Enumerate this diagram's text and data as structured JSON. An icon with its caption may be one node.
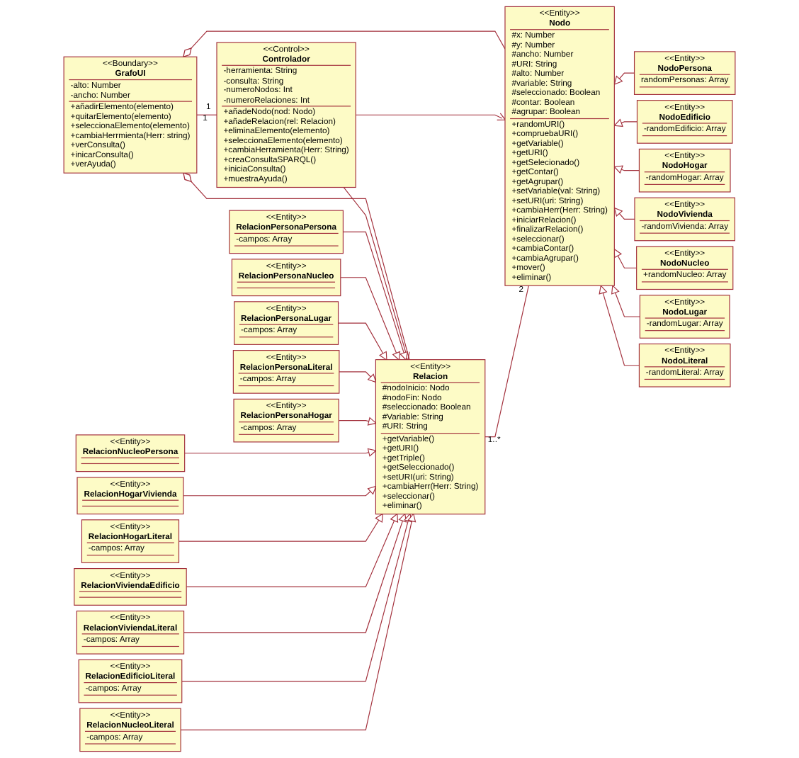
{
  "diagram": {
    "nodes": [
      {
        "text": [
          "<<Boundary>>",
          "GrafoUI",
          "-alto: Number",
          "-ancho: Number",
          "+añadirElemento(elemento)",
          "+quitarElemento(elemento)",
          "+seleccionaElemento(elemento)",
          "+cambiaHerrmienta(Herr: string)",
          "+verConsulta()",
          "+inicarConsulta()",
          "+verAyuda()"
        ]
      },
      {
        "text": [
          "<<Control>>",
          "Controlador",
          "-herramienta: String",
          "-consulta: String",
          "-numeroNodos: Int",
          "-numeroRelaciones: Int",
          "+añadeNodo(nod: Nodo)",
          "+añadeRelacion(rel: Relacion)",
          "+eliminaElemento(elemento)",
          "+seleccionaElemento(elemento)",
          "+cambiaHerramienta(Herr: String)",
          "+creaConsultaSPARQL()",
          "+iniciaConsulta()",
          "+muestraAyuda()"
        ]
      },
      {
        "text": [
          "<<Entity>>",
          "Nodo",
          "#x: Number",
          "#y: Number",
          "#ancho: Number",
          "#URI: String",
          "#alto: Number",
          "#variable: String",
          "#seleccionado: Boolean",
          "#contar: Boolean",
          "#agrupar: Boolean",
          "+randomURI()",
          "+compruebaURI()",
          "+getVariable()",
          "+getURI()",
          "+getSelecionado()",
          "+getContar()",
          "+getAgrupar()",
          "+setVariable(val: String)",
          "+setURI(uri: String)",
          "+cambiaHerr(Herr: String)",
          "+iniciarRelacion()",
          "+finalizarRelacion()",
          "+seleccionar()",
          "+cambiaContar()",
          "+cambiaAgrupar()",
          "+mover()",
          "+eliminar()"
        ]
      },
      {
        "text": [
          "<<Entity>>",
          "Relacion",
          "#nodoInicio: Nodo",
          "#nodoFin: Nodo",
          "#seleccionado: Boolean",
          "#Variable: String",
          "#URI: String",
          "+getVariable()",
          "+getURI()",
          "+getTriple()",
          "+getSeleccionado()",
          "+setURI(uri: String)",
          "+cambiaHerr(Herr: String)",
          "+seleccionar()",
          "+eliminar()"
        ]
      },
      {
        "text": [
          "<<Entity>>",
          "RelacionPersonaPersona",
          "-campos: Array"
        ]
      },
      {
        "text": [
          "<<Entity>>",
          "RelacionPersonaNucleo"
        ]
      },
      {
        "text": [
          "<<Entity>>",
          "RelacionPersonaLugar",
          "-campos: Array"
        ]
      },
      {
        "text": [
          "<<Entity>>",
          "RelacionPersonaLiteral",
          "-campos: Array"
        ]
      },
      {
        "text": [
          "<<Entity>>",
          "RelacionPersonaHogar",
          "-campos: Array"
        ]
      },
      {
        "text": [
          "<<Entity>>",
          "RelacionNucleoPersona"
        ]
      },
      {
        "text": [
          "<<Entity>>",
          "RelacionHogarVivienda"
        ]
      },
      {
        "text": [
          "<<Entity>>",
          "RelacionHogarLiteral",
          "-campos: Array"
        ]
      },
      {
        "text": [
          "<<Entity>>",
          "RelacionViviendaEdificio"
        ]
      },
      {
        "text": [
          "<<Entity>>",
          "RelacionViviendaLiteral",
          "-campos: Array"
        ]
      },
      {
        "text": [
          "<<Entity>>",
          "RelacionEdificioLiteral",
          "-campos: Array"
        ]
      },
      {
        "text": [
          "<<Entity>>",
          "RelacionNucleoLiteral",
          "-campos: Array"
        ]
      },
      {
        "text": [
          "<<Entity>>",
          "NodoPersona",
          "randomPersonas: Array"
        ]
      },
      {
        "text": [
          "<<Entity>>",
          "NodoEdificio",
          "-randomEdificio: Array"
        ]
      },
      {
        "text": [
          "<<Entity>>",
          "NodoHogar",
          "-randomHogar: Array"
        ]
      },
      {
        "text": [
          "<<Entity>>",
          "NodoVivienda",
          "-randomVivienda: Array"
        ]
      },
      {
        "text": [
          "<<Entity>>",
          "NodoNucleo",
          "+randomNucleo: Array"
        ]
      },
      {
        "text": [
          "<<Entity>>",
          "NodoLugar",
          "-randomLugar: Array"
        ]
      },
      {
        "text": [
          "<<Entity>>",
          "NodoLiteral",
          "-randomLiteral: Array"
        ]
      }
    ],
    "edges": [
      {
        "from": 0,
        "to": 1,
        "arrow": "none"
      },
      {
        "from": 0,
        "to": 2,
        "arrow": "other"
      },
      {
        "from": 0,
        "to": 3,
        "arrow": "other"
      },
      {
        "from": 1,
        "to": 2,
        "arrow": "to"
      },
      {
        "from": 1,
        "to": 3,
        "arrow": "to"
      },
      {
        "from": 3,
        "to": 2,
        "arrow": "none"
      },
      {
        "from": 4,
        "to": 3,
        "arrow": "to"
      },
      {
        "from": 5,
        "to": 3,
        "arrow": "to"
      },
      {
        "from": 6,
        "to": 3,
        "arrow": "to"
      },
      {
        "from": 7,
        "to": 3,
        "arrow": "to"
      },
      {
        "from": 8,
        "to": 3,
        "arrow": "to"
      },
      {
        "from": 9,
        "to": 3,
        "arrow": "to"
      },
      {
        "from": 10,
        "to": 3,
        "arrow": "to"
      },
      {
        "from": 11,
        "to": 3,
        "arrow": "to"
      },
      {
        "from": 12,
        "to": 3,
        "arrow": "to"
      },
      {
        "from": 13,
        "to": 3,
        "arrow": "to"
      },
      {
        "from": 14,
        "to": 3,
        "arrow": "to"
      },
      {
        "from": 15,
        "to": 3,
        "arrow": "to"
      },
      {
        "from": 16,
        "to": 2,
        "arrow": "to"
      },
      {
        "from": 17,
        "to": 2,
        "arrow": "to"
      },
      {
        "from": 18,
        "to": 2,
        "arrow": "to"
      },
      {
        "from": 19,
        "to": 2,
        "arrow": "to"
      },
      {
        "from": 20,
        "to": 2,
        "arrow": "to"
      },
      {
        "from": 21,
        "to": 2,
        "arrow": "to"
      },
      {
        "from": 22,
        "to": 2,
        "arrow": "to"
      }
    ],
    "labels": [
      "1",
      "1",
      "2",
      "1..*"
    ]
  }
}
